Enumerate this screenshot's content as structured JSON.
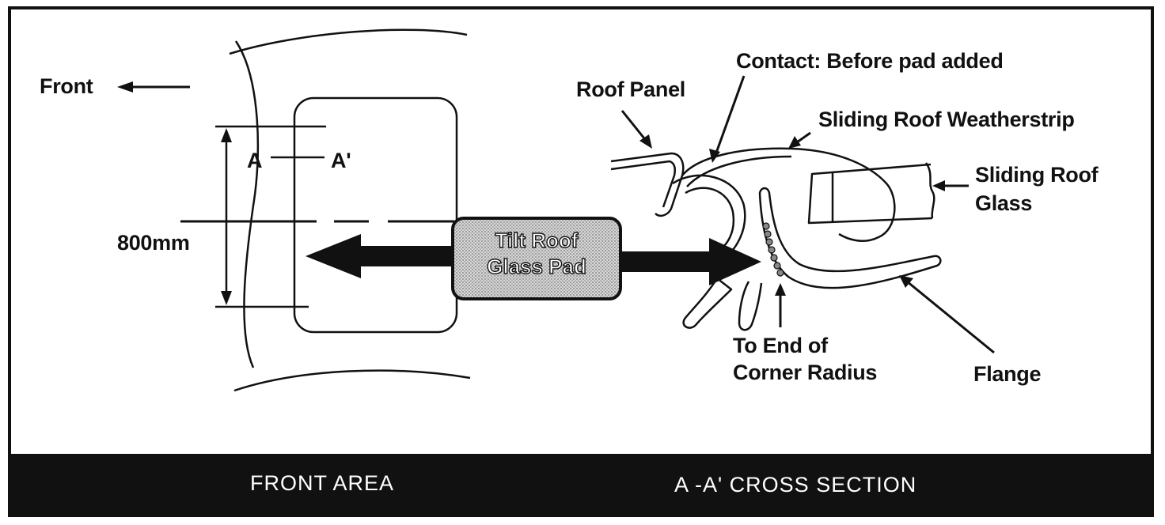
{
  "labels": {
    "front": "Front",
    "section_a": "A",
    "section_a_prime": "A'",
    "dimension": "800mm",
    "pad_line1": "Tilt Roof",
    "pad_line2": "Glass Pad",
    "roof_panel": "Roof Panel",
    "contact": "Contact: Before pad added",
    "weatherstrip": "Sliding Roof Weatherstrip",
    "glass_line1": "Sliding Roof",
    "glass_line2": "Glass",
    "corner_line1": "To End of",
    "corner_line2": "Corner Radius",
    "flange": "Flange"
  },
  "captions": {
    "left": "FRONT AREA",
    "right": "A -A' CROSS SECTION"
  },
  "colors": {
    "ink": "#111111",
    "pad_fill": "#bdbdbd",
    "bar": "#111111"
  }
}
